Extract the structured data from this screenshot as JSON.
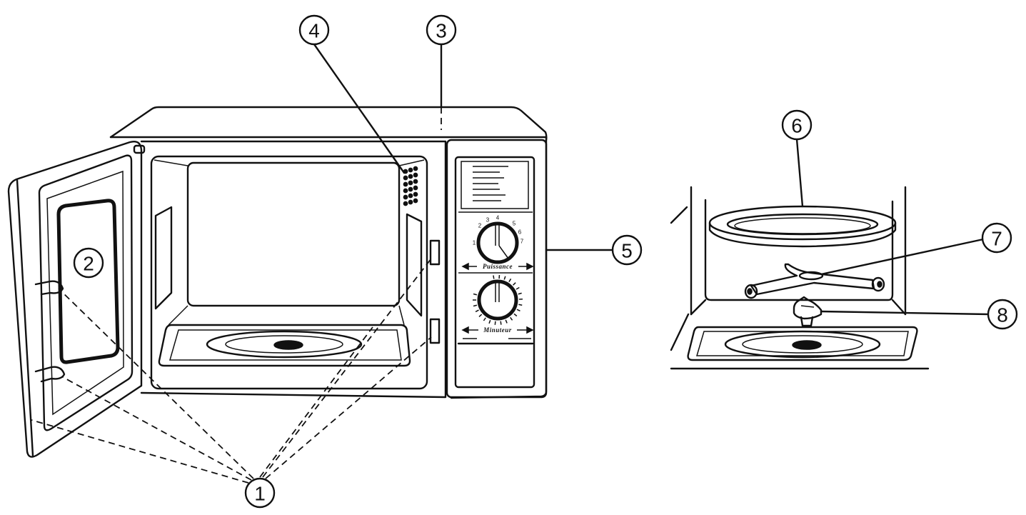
{
  "callouts": {
    "c1": "1",
    "c2": "2",
    "c3": "3",
    "c4": "4",
    "c5": "5",
    "c6": "6",
    "c7": "7",
    "c8": "8"
  },
  "control_panel": {
    "power_label": "Puissance",
    "timer_label": "Minuteur",
    "power_dial_numbers": [
      "1",
      "2",
      "3",
      "4",
      "5",
      "6",
      "7"
    ]
  }
}
